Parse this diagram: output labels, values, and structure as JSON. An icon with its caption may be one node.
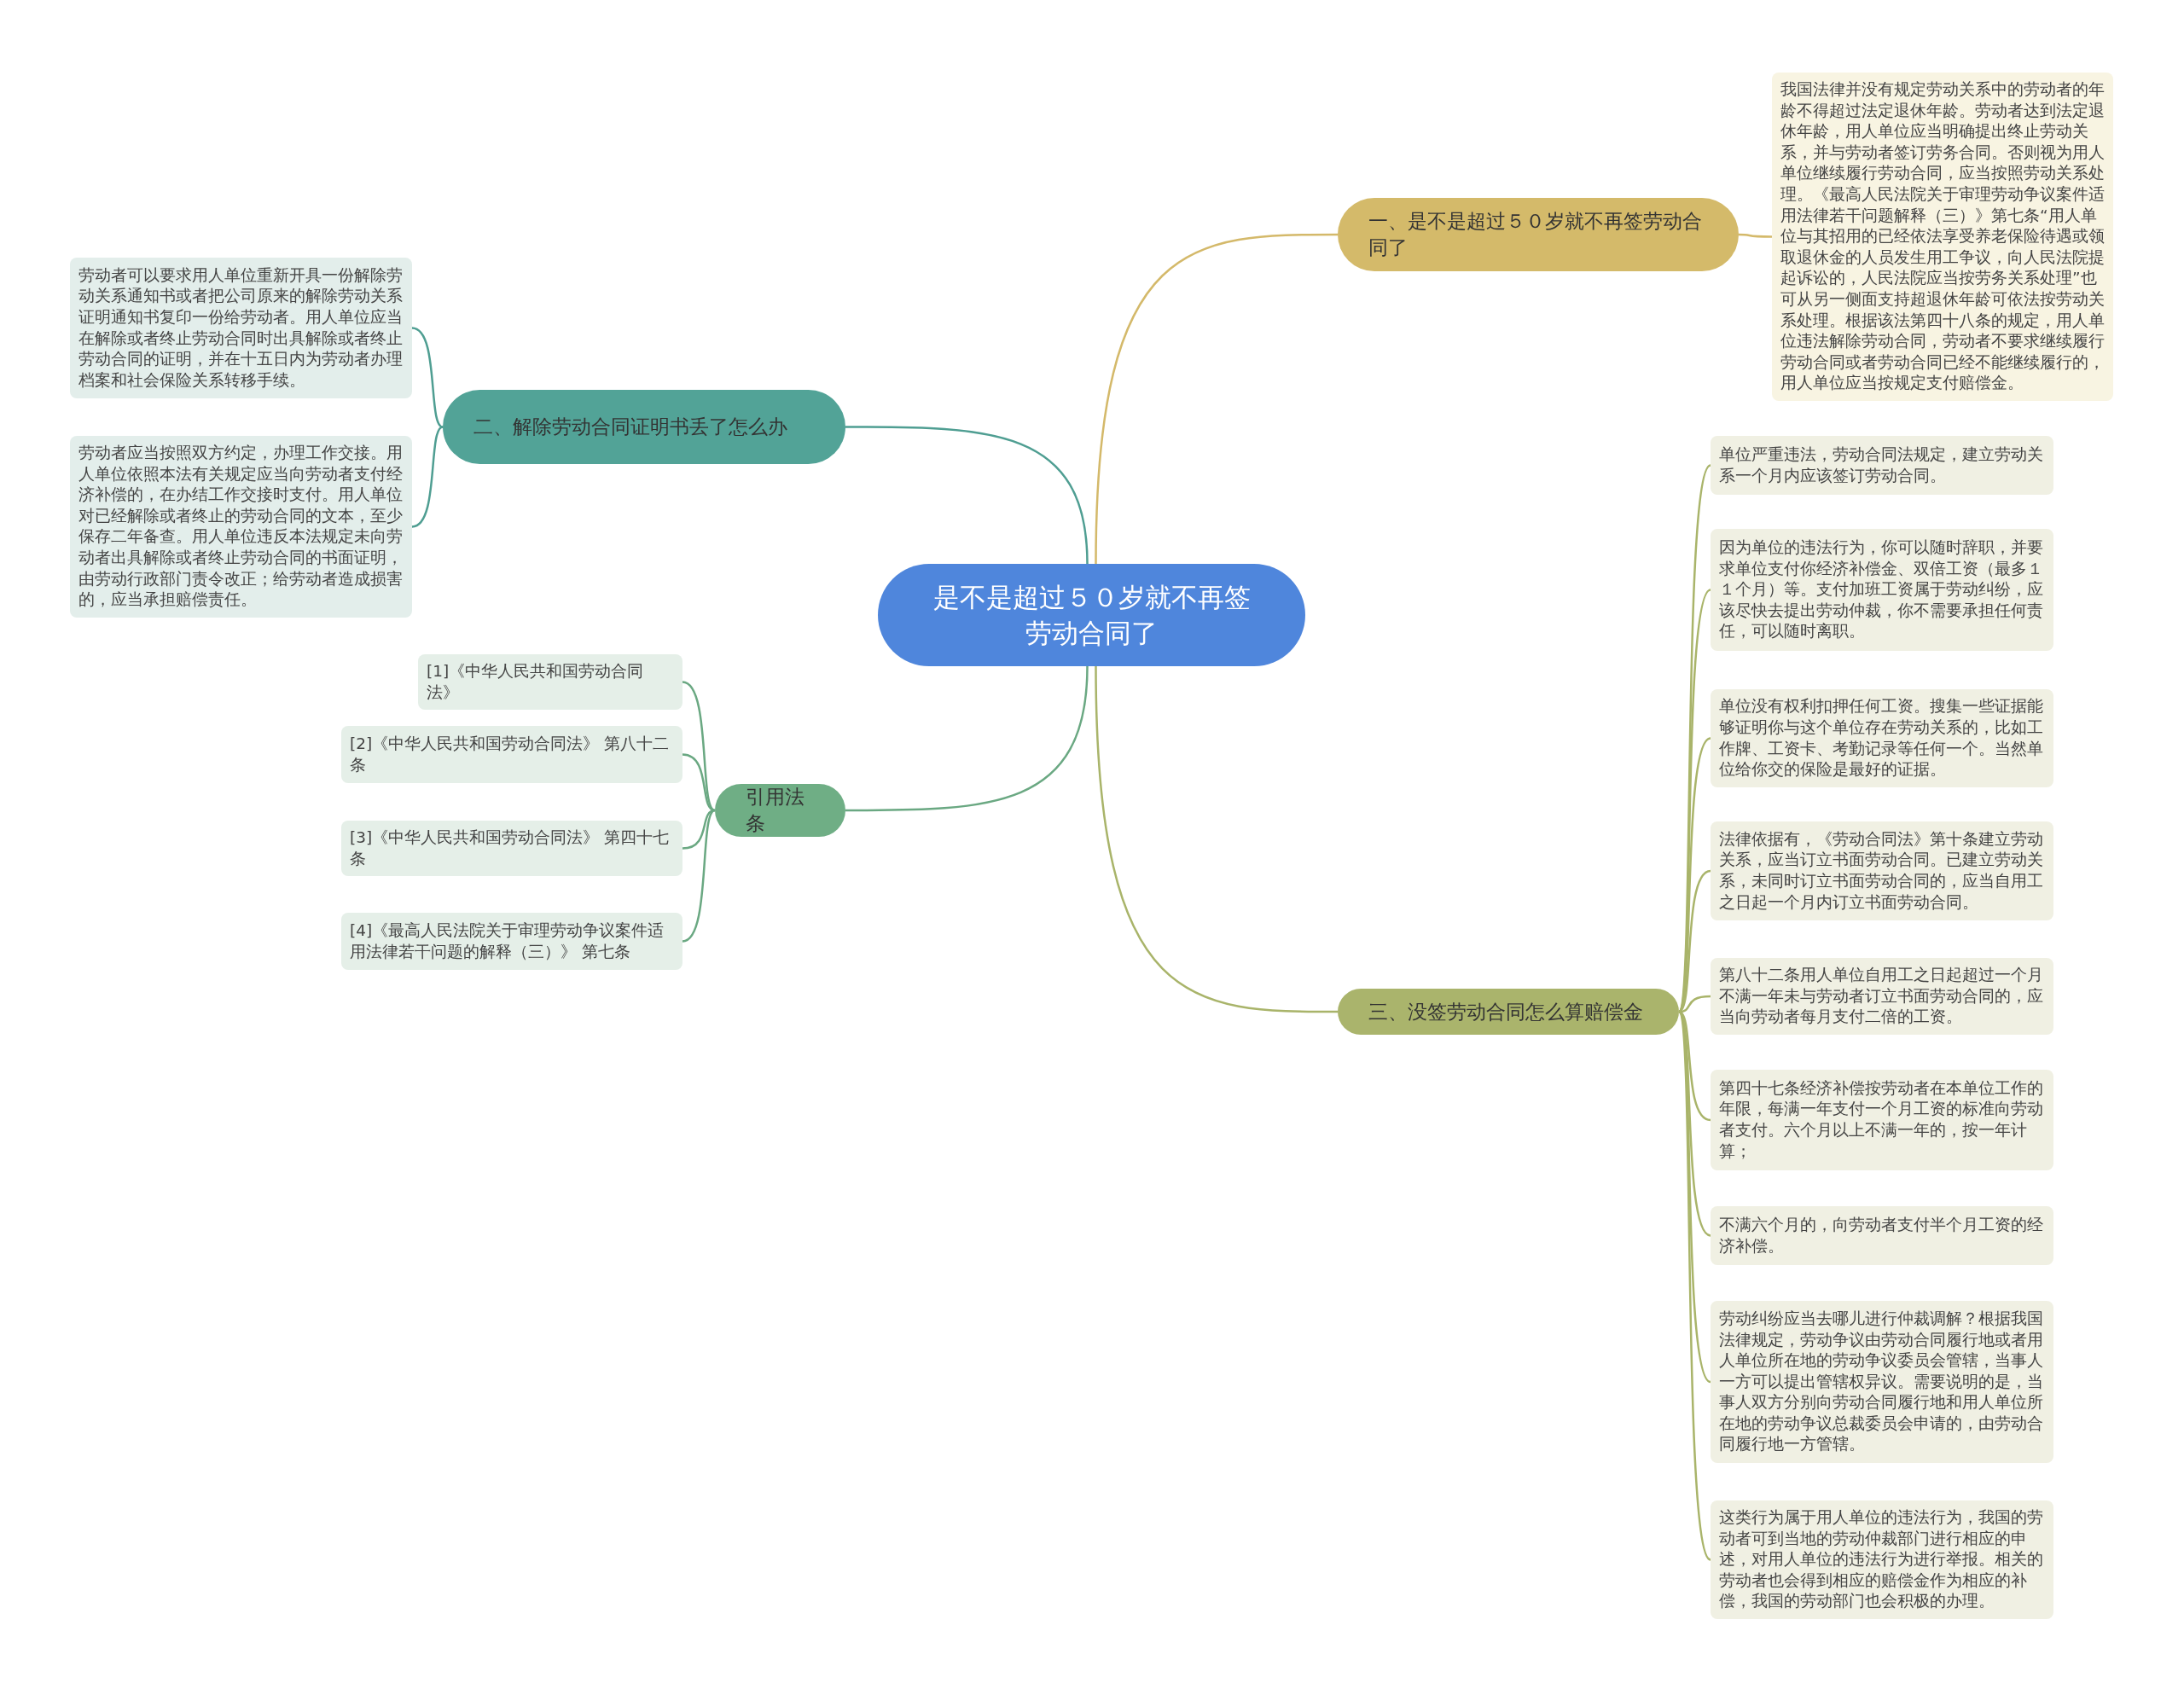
{
  "diagram": {
    "nodes": [
      {
        "text": [
          "是不是超过５０岁就不再签劳动合同了"
        ]
      },
      {
        "text": [
          "一、是不是超过５０岁就不再签劳动合同了"
        ]
      },
      {
        "text": [
          "我国法律并没有规定劳动关系中的劳动者的年龄不得超过法定退休年龄。劳动者达到法定退休年龄，用人单位应当明确提出终止劳动关系，并与劳动者签订劳务合同。否则视为用人单位继续履行劳动合同，应当按照劳动关系处理。《最高人民法院关于审理劳动争议案件适用法律若干问题解释（三）》第七条“用人单位与其招用的已经依法享受养老保险待遇或领取退休金的人员发生用工争议，向人民法院提起诉讼的，人民法院应当按劳务关系处理”也可从另一侧面支持超退休年龄可依法按劳动关系处理。根据该法第四十八条的规定，用人单位违法解除劳动合同，劳动者不要求继续履行劳动合同或者劳动合同已经不能继续履行的，用人单位应当按规定支付赔偿金。"
        ]
      },
      {
        "text": [
          "二、解除劳动合同证明书丢了怎么办"
        ]
      },
      {
        "text": [
          "劳动者可以要求用人单位重新开具一份解除劳动关系通知书或者把公司原来的解除劳动关系证明通知书复印一份给劳动者。用人单位应当在解除或者终止劳动合同时出具解除或者终止劳动合同的证明，并在十五日内为劳动者办理档案和社会保险关系转移手续。"
        ]
      },
      {
        "text": [
          "劳动者应当按照双方约定，办理工作交接。用人单位依照本法有关规定应当向劳动者支付经济补偿的，在办结工作交接时支付。用人单位对已经解除或者终止的劳动合同的文本，至少保存二年备查。用人单位违反本法规定未向劳动者出具解除或者终止劳动合同的书面证明，由劳动行政部门责令改正；给劳动者造成损害的，应当承担赔偿责任。"
        ]
      },
      {
        "text": [
          "引用法条"
        ]
      },
      {
        "text": [
          "[1]《中华人民共和国劳动合同法》"
        ]
      },
      {
        "text": [
          "[2]《中华人民共和国劳动合同法》 第八十二条"
        ]
      },
      {
        "text": [
          "[3]《中华人民共和国劳动合同法》 第四十七条"
        ]
      },
      {
        "text": [
          "[4]《最高人民法院关于审理劳动争议案件适用法律若干问题的解释（三）》 第七条"
        ]
      },
      {
        "text": [
          "三、没签劳动合同怎么算赔偿金"
        ]
      },
      {
        "text": [
          "单位严重违法，劳动合同法规定，建立劳动关系一个月内应该签订劳动合同。"
        ]
      },
      {
        "text": [
          "因为单位的违法行为，你可以随时辞职，并要求单位支付你经济补偿金、双倍工资（最多１１个月）等。支付加班工资属于劳动纠纷，应该尽快去提出劳动仲裁，你不需要承担任何责任，可以随时离职。"
        ]
      },
      {
        "text": [
          "单位没有权利扣押任何工资。搜集一些证据能够证明你与这个单位存在劳动关系的，比如工作牌、工资卡、考勤记录等任何一个。当然单位给你交的保险是最好的证据。"
        ]
      },
      {
        "text": [
          "法律依据有，《劳动合同法》第十条建立劳动关系，应当订立书面劳动合同。已建立劳动关系，未同时订立书面劳动合同的，应当自用工之日起一个月内订立书面劳动合同。"
        ]
      },
      {
        "text": [
          "第八十二条用人单位自用工之日起超过一个月不满一年未与劳动者订立书面劳动合同的，应当向劳动者每月支付二倍的工资。"
        ]
      },
      {
        "text": [
          "第四十七条经济补偿按劳动者在本单位工作的年限，每满一年支付一个月工资的标准向劳动者支付。六个月以上不满一年的，按一年计算；"
        ]
      },
      {
        "text": [
          "不满六个月的，向劳动者支付半个月工资的经济补偿。"
        ]
      },
      {
        "text": [
          "劳动纠纷应当去哪儿进行仲裁调解？根据我国法律规定，劳动争议由劳动合同履行地或者用人单位所在地的劳动争议委员会管辖，当事人一方可以提出管辖权异议。需要说明的是，当事人双方分别向劳动合同履行地和用人单位所在地的劳动争议总裁委员会申请的，由劳动合同履行地一方管辖。"
        ]
      },
      {
        "text": [
          "这类行为属于用人单位的违法行为，我国的劳动者可到当地的劳动仲裁部门进行相应的申述，对用人单位的违法行为进行举报。相关的劳动者也会得到相应的赔偿金作为相应的补偿，我国的劳动部门也会积极的办理。"
        ]
      }
    ],
    "edges": [
      {
        "from": 0,
        "to": 1,
        "arrow": "none",
        "color": "#d4b96a"
      },
      {
        "from": 1,
        "to": 2,
        "arrow": "none",
        "color": "#d4b96a"
      },
      {
        "from": 0,
        "to": 3,
        "arrow": "none",
        "color": "#4f9e92"
      },
      {
        "from": 3,
        "to": 4,
        "arrow": "none",
        "color": "#4f9e92"
      },
      {
        "from": 3,
        "to": 5,
        "arrow": "none",
        "color": "#4f9e92"
      },
      {
        "from": 0,
        "to": 6,
        "arrow": "none",
        "color": "#6aa882"
      },
      {
        "from": 6,
        "to": 7,
        "arrow": "none",
        "color": "#6aa882"
      },
      {
        "from": 6,
        "to": 8,
        "arrow": "none",
        "color": "#6aa882"
      },
      {
        "from": 6,
        "to": 9,
        "arrow": "none",
        "color": "#6aa882"
      },
      {
        "from": 6,
        "to": 10,
        "arrow": "none",
        "color": "#6aa882"
      },
      {
        "from": 0,
        "to": 11,
        "arrow": "none"
      },
      {
        "from": 11,
        "to": 12,
        "arrow": "none"
      },
      {
        "from": 11,
        "to": 13,
        "arrow": "none"
      },
      {
        "from": 11,
        "to": 14,
        "arrow": "none"
      },
      {
        "from": 11,
        "to": 15,
        "arrow": "none"
      },
      {
        "from": 11,
        "to": 16,
        "arrow": "none"
      },
      {
        "from": 11,
        "to": 17,
        "arrow": "none"
      },
      {
        "from": 11,
        "to": 18,
        "arrow": "none"
      },
      {
        "from": 11,
        "to": 19,
        "arrow": "none"
      },
      {
        "from": 11,
        "to": 20,
        "arrow": "none"
      }
    ]
  }
}
